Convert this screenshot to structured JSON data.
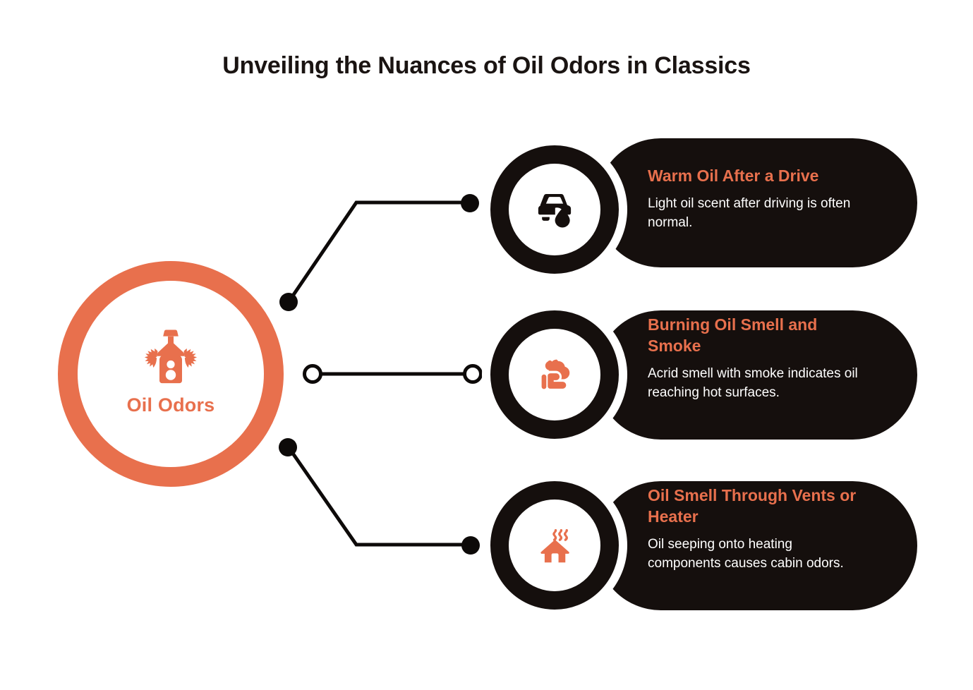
{
  "title": "Unveiling the Nuances of Oil Odors in Classics",
  "colors": {
    "accent": "#e8704d",
    "dark": "#150f0d",
    "background": "#ffffff",
    "body_text": "#ffffff"
  },
  "hub": {
    "label": "Oil Odors",
    "icon": "odor-bottle-icon"
  },
  "branches": [
    {
      "icon": "car-oil-drop-icon",
      "heading": "Warm Oil After a Drive",
      "body": "Light oil scent after driving is often normal.",
      "connector": "elbow-up",
      "node_style": "filled"
    },
    {
      "icon": "smoke-cloud-icon",
      "heading": "Burning Oil Smell and Smoke",
      "body": "Acrid smell with smoke indicates oil reaching hot surfaces.",
      "connector": "straight",
      "node_style": "hollow"
    },
    {
      "icon": "house-heat-waves-icon",
      "heading": "Oil Smell Through Vents or Heater",
      "body": "Oil seeping onto heating components causes cabin odors.",
      "connector": "elbow-down",
      "node_style": "filled"
    }
  ]
}
